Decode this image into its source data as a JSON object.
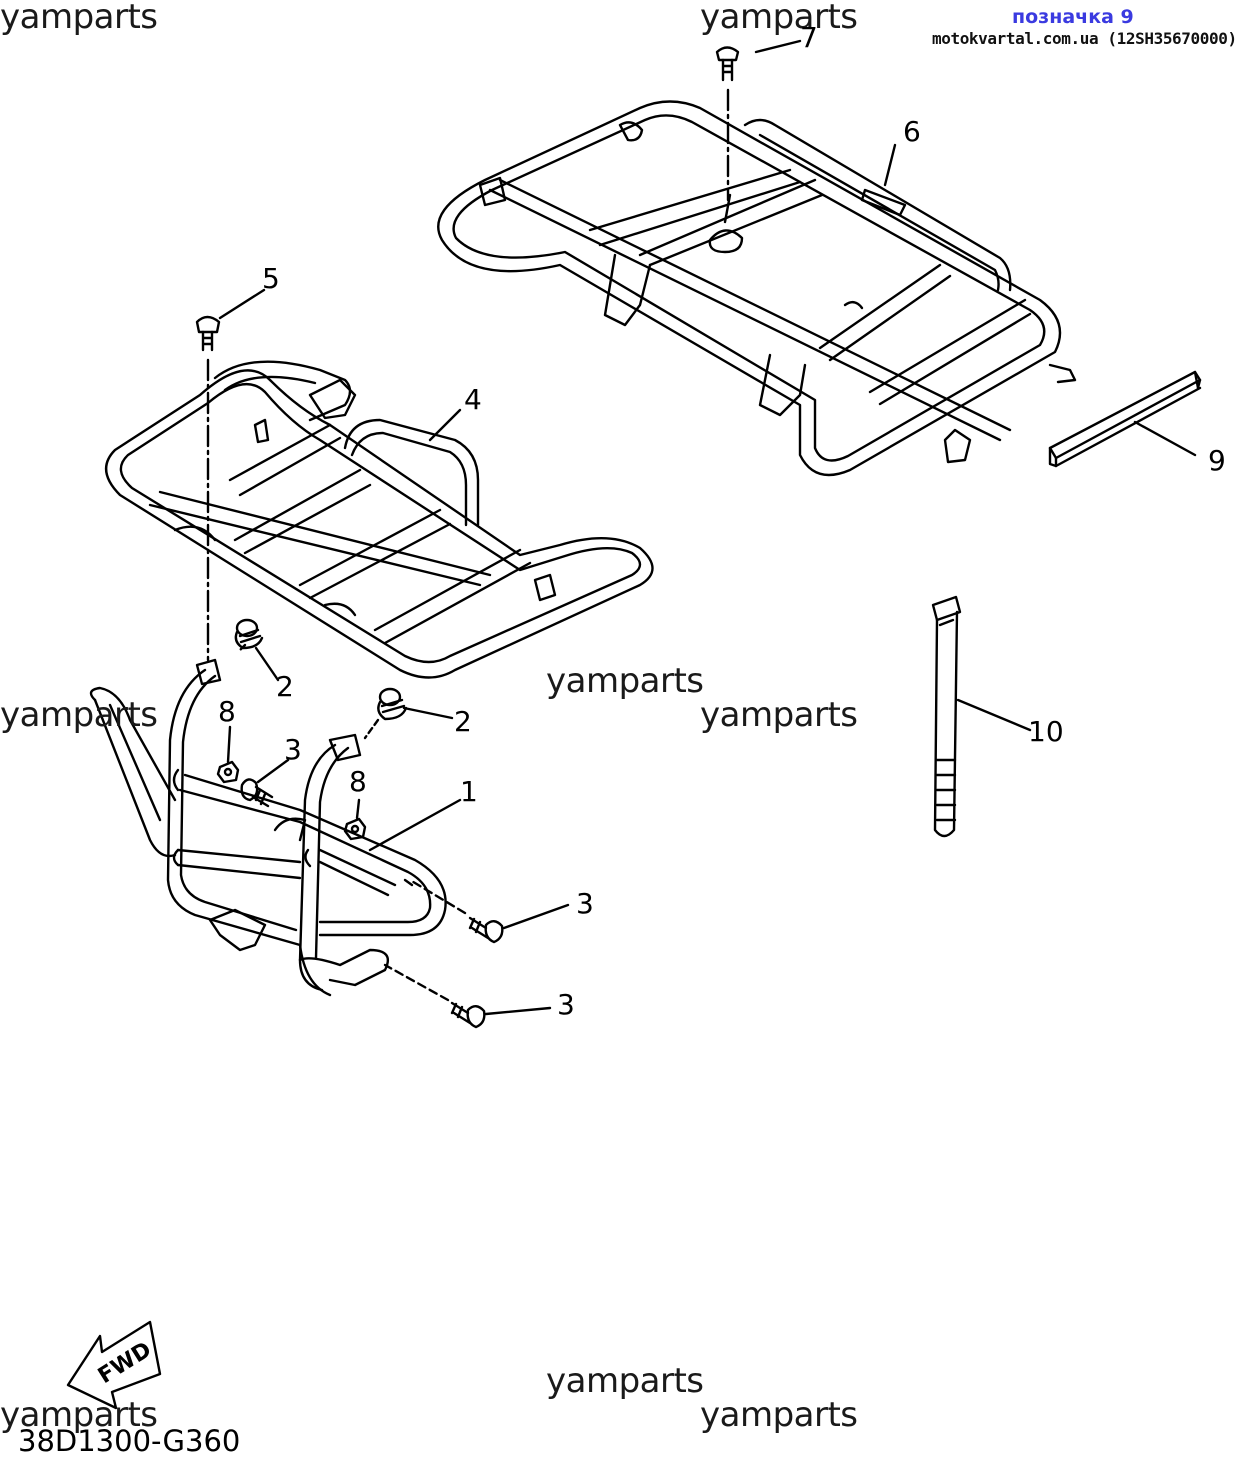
{
  "header": {
    "title": "позначка 9",
    "subtitle": "motokvartal.com.ua (12SH35670000)"
  },
  "watermark": "yamparts",
  "diagram_code": "38D1300-G360",
  "fwd_label": "FWD",
  "callouts": {
    "c1": "1",
    "c2a": "2",
    "c2b": "2",
    "c3a": "3",
    "c3b": "3",
    "c3c": "3",
    "c4": "4",
    "c5": "5",
    "c6": "6",
    "c7": "7",
    "c8a": "8",
    "c8b": "8",
    "c9": "9",
    "c10": "10"
  },
  "colors": {
    "line": "#000000",
    "header_title": "#3a3ae0",
    "background": "#ffffff"
  }
}
